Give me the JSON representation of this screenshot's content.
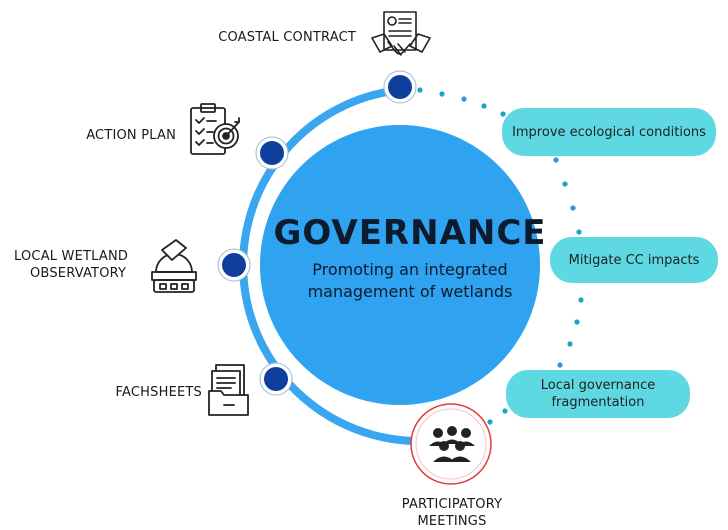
{
  "center": {
    "title": "GOVERNANCE",
    "subtitle_line1": "Promoting an integrated",
    "subtitle_line2": "management of wetlands"
  },
  "steps": [
    {
      "label": "COASTAL CONTRACT",
      "icon": "handshake-contract-icon"
    },
    {
      "label": "ACTION PLAN",
      "icon": "clipboard-target-icon"
    },
    {
      "label_line1": "LOCAL WETLAND",
      "label_line2": "OBSERVATORY",
      "icon": "observatory-icon"
    },
    {
      "label": "FACHSHEETS",
      "icon": "folder-documents-icon"
    },
    {
      "label_line1": "PARTICIPATORY",
      "label_line2": "MEETINGS",
      "icon": "people-group-icon"
    }
  ],
  "outcomes": [
    {
      "label": "Improve ecological conditions"
    },
    {
      "label": "Mitigate CC impacts"
    },
    {
      "label_line1": "Local governance",
      "label_line2": "fragmentation"
    }
  ],
  "colors": {
    "center_circle": "#2fa3ef",
    "arc": "#3aa6f0",
    "node": "#0f3f9e",
    "pill": "#5ed9e4",
    "dots": "#19a3cc",
    "meeting_ring": "#e23b3b"
  }
}
